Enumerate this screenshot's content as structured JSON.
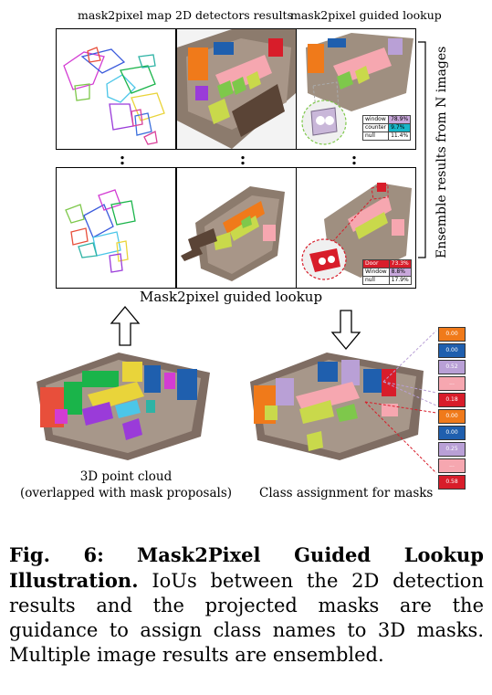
{
  "top_titles": [
    "mask2pixel map",
    "2D detectors results",
    "mask2pixel guided lookup"
  ],
  "row1_table": [
    {
      "label": "window",
      "value": "78.9%",
      "color": "#c9a8dc"
    },
    {
      "label": "counter",
      "value": "9.7%",
      "color": "#18b6c9"
    },
    {
      "label": "null",
      "value": "11.4%",
      "color": "#ffffff"
    }
  ],
  "row2_table": [
    {
      "label": "Door",
      "value": "73.3%",
      "color": "#d81d2a"
    },
    {
      "label": "Window",
      "value": "8.8%",
      "color": "#c9a8dc"
    },
    {
      "label": "null",
      "value": "17.9%",
      "color": "#ffffff"
    }
  ],
  "side_label": "Ensemble results from N images",
  "lookup_label": "Mask2pixel guided lookup",
  "left_bottom_label_line1": "3D point cloud",
  "left_bottom_label_line2": "(overlapped with mask proposals)",
  "right_bottom_label": "Class assignment for masks",
  "scores_top": [
    {
      "value": "0.00",
      "color": "#f07a1a"
    },
    {
      "value": "0.00",
      "color": "#1f5fae"
    },
    {
      "value": "0.52",
      "color": "#b9a0d6"
    },
    {
      "value": "...",
      "color": "#f6a7b0"
    },
    {
      "value": "0.18",
      "color": "#d81d2a"
    }
  ],
  "scores_bottom": [
    {
      "value": "0.00",
      "color": "#f07a1a"
    },
    {
      "value": "0.00",
      "color": "#1f5fae"
    },
    {
      "value": "0.25",
      "color": "#b9a0d6"
    },
    {
      "value": "...",
      "color": "#f6a7b0"
    },
    {
      "value": "0.58",
      "color": "#d81d2a"
    }
  ],
  "caption": {
    "fig_label": "Fig. 6:",
    "title": "Mask2Pixel Guided Lookup Illustration.",
    "body": "IoUs between the 2D detection results and the projected masks are the guidance to assign class names to 3D masks. Multiple image results are ensembled."
  }
}
